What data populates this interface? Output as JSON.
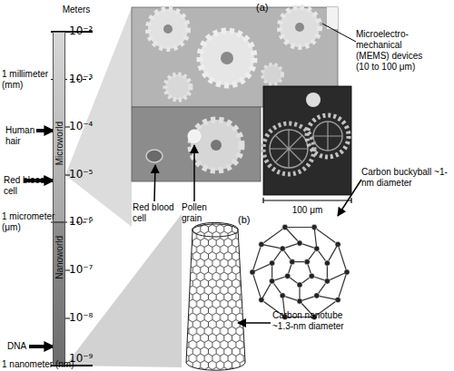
{
  "diagram": {
    "nodes": [
      {
        "text": [
          "Microworld"
        ]
      },
      {
        "text": [
          "Nanoworld"
        ]
      }
    ],
    "labels": [
      "Meters",
      "10⁻²",
      "10⁻³",
      "10⁻⁴",
      "10⁻⁵",
      "10⁻⁶",
      "10⁻⁷",
      "10⁻⁸",
      "10⁻⁹",
      "1 millimeter (mm)",
      "Human hair",
      "Red blood cell",
      "1 micrometer (μm)",
      "DNA",
      "1 nanometer (nm)",
      "(a)",
      "Microelectro-mechanical (MEMS) devices (10 to 100 μm)",
      "Red blood cell",
      "Pollen grain",
      "100 μm",
      "(b)",
      "Carbon buckyball ~1-nm diameter",
      "Carbon nanotube ~1.3-nm diameter"
    ]
  }
}
